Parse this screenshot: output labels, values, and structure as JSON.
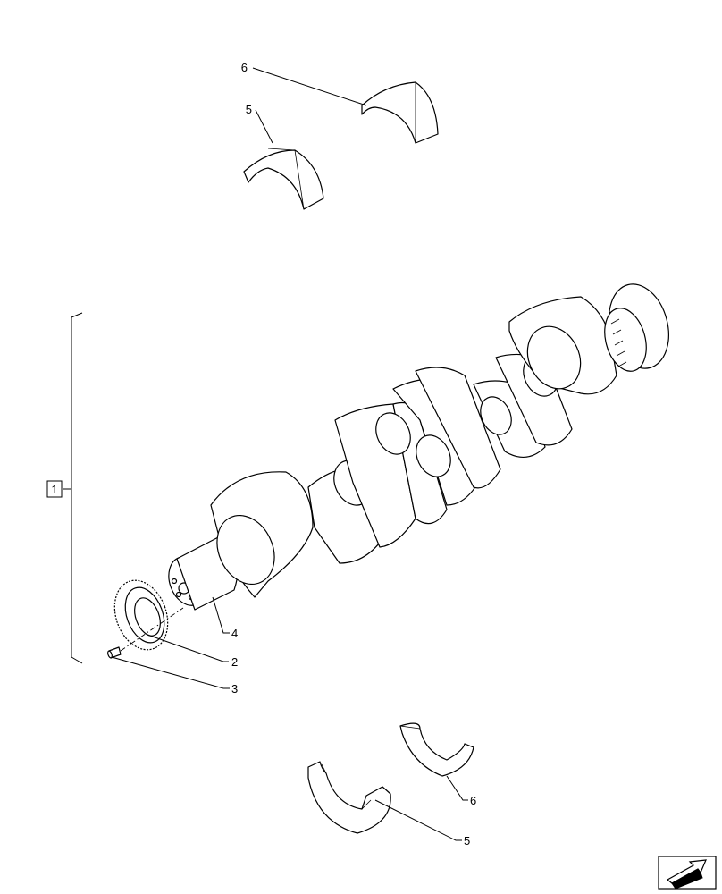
{
  "callouts": {
    "part1": "1",
    "part2": "2",
    "part3": "3",
    "part4": "4",
    "part5_top": "5",
    "part6_top": "6",
    "part5_bottom": "5",
    "part6_bottom": "6"
  },
  "icons": {
    "nav": "arrow-nav-icon"
  },
  "colors": {
    "line": "#000000",
    "background": "#ffffff"
  }
}
